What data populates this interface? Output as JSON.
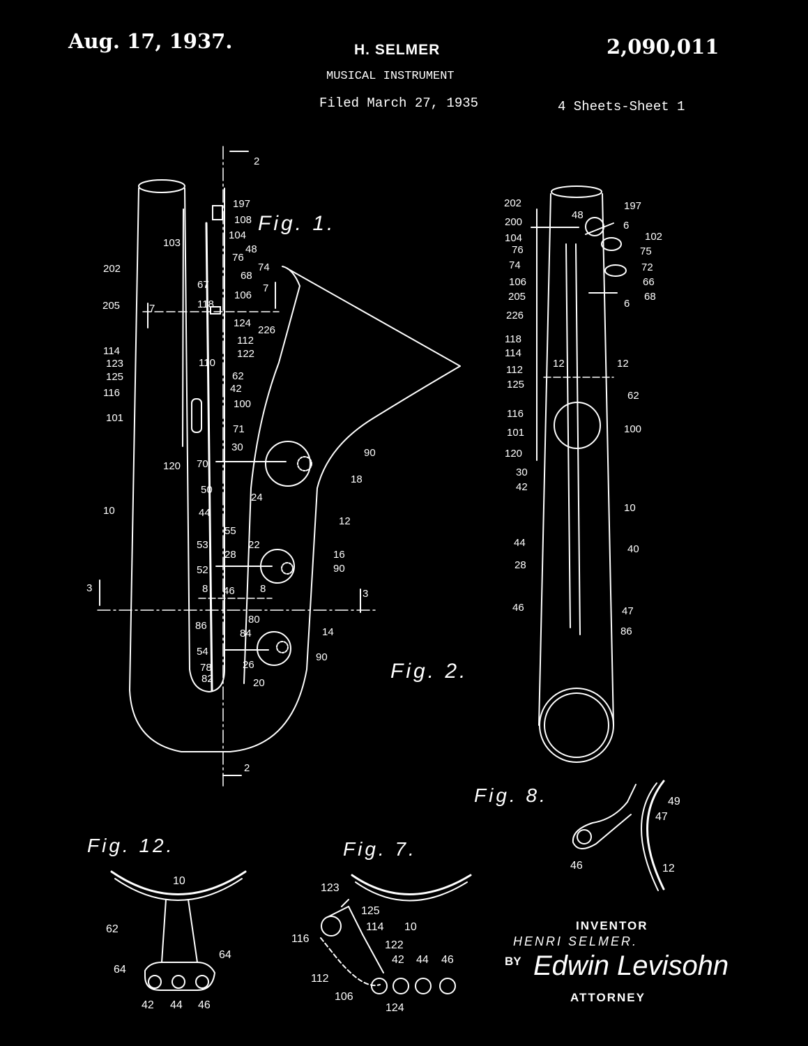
{
  "header": {
    "date": "Aug. 17, 1937.",
    "inventor_name": "H. SELMER",
    "patent_number": "2,090,011",
    "subject": "MUSICAL INSTRUMENT",
    "filed": "Filed March 27, 1935",
    "sheets": "4 Sheets-Sheet 1"
  },
  "figures": {
    "fig1": "Fig. 1.",
    "fig2": "Fig. 2.",
    "fig7": "Fig. 7.",
    "fig8": "Fig. 8.",
    "fig12": "Fig. 12."
  },
  "signature": {
    "inventor_label": "INVENTOR",
    "inventor": "HENRI SELMER.",
    "by": "BY",
    "attorney_signature": "Edwin Levisohn",
    "attorney_label": "ATTORNEY"
  },
  "colors": {
    "ink": "#ffffff",
    "paper": "#000000"
  },
  "labels": {
    "fig1": [
      "197",
      "108",
      "104",
      "103",
      "48",
      "76",
      "74",
      "68",
      "202",
      "67",
      "106",
      "205",
      "118",
      "124",
      "226",
      "114",
      "112",
      "123",
      "122",
      "125",
      "110",
      "62",
      "116",
      "42",
      "100",
      "101",
      "71",
      "30",
      "90",
      "120",
      "70",
      "18",
      "50",
      "24",
      "10",
      "44",
      "12",
      "55",
      "53",
      "22",
      "16",
      "28",
      "52",
      "90",
      "8",
      "46",
      "8",
      "3",
      "80",
      "3",
      "86",
      "84",
      "14",
      "54",
      "90",
      "26",
      "78",
      "82",
      "20",
      "7",
      "7",
      "2",
      "2"
    ],
    "fig2": [
      "202",
      "197",
      "200",
      "48",
      "6",
      "104",
      "102",
      "76",
      "75",
      "74",
      "72",
      "106",
      "66",
      "68",
      "205",
      "6",
      "226",
      "118",
      "114",
      "112",
      "12",
      "12",
      "125",
      "62",
      "116",
      "100",
      "101",
      "120",
      "30",
      "42",
      "10",
      "44",
      "40",
      "28",
      "46",
      "47",
      "86"
    ],
    "fig7": [
      "123",
      "125",
      "116",
      "114",
      "10",
      "122",
      "42",
      "44",
      "46",
      "112",
      "106",
      "124"
    ],
    "fig8": [
      "49",
      "47",
      "46",
      "12"
    ],
    "fig12": [
      "10",
      "62",
      "64",
      "64",
      "42",
      "44",
      "46"
    ]
  }
}
